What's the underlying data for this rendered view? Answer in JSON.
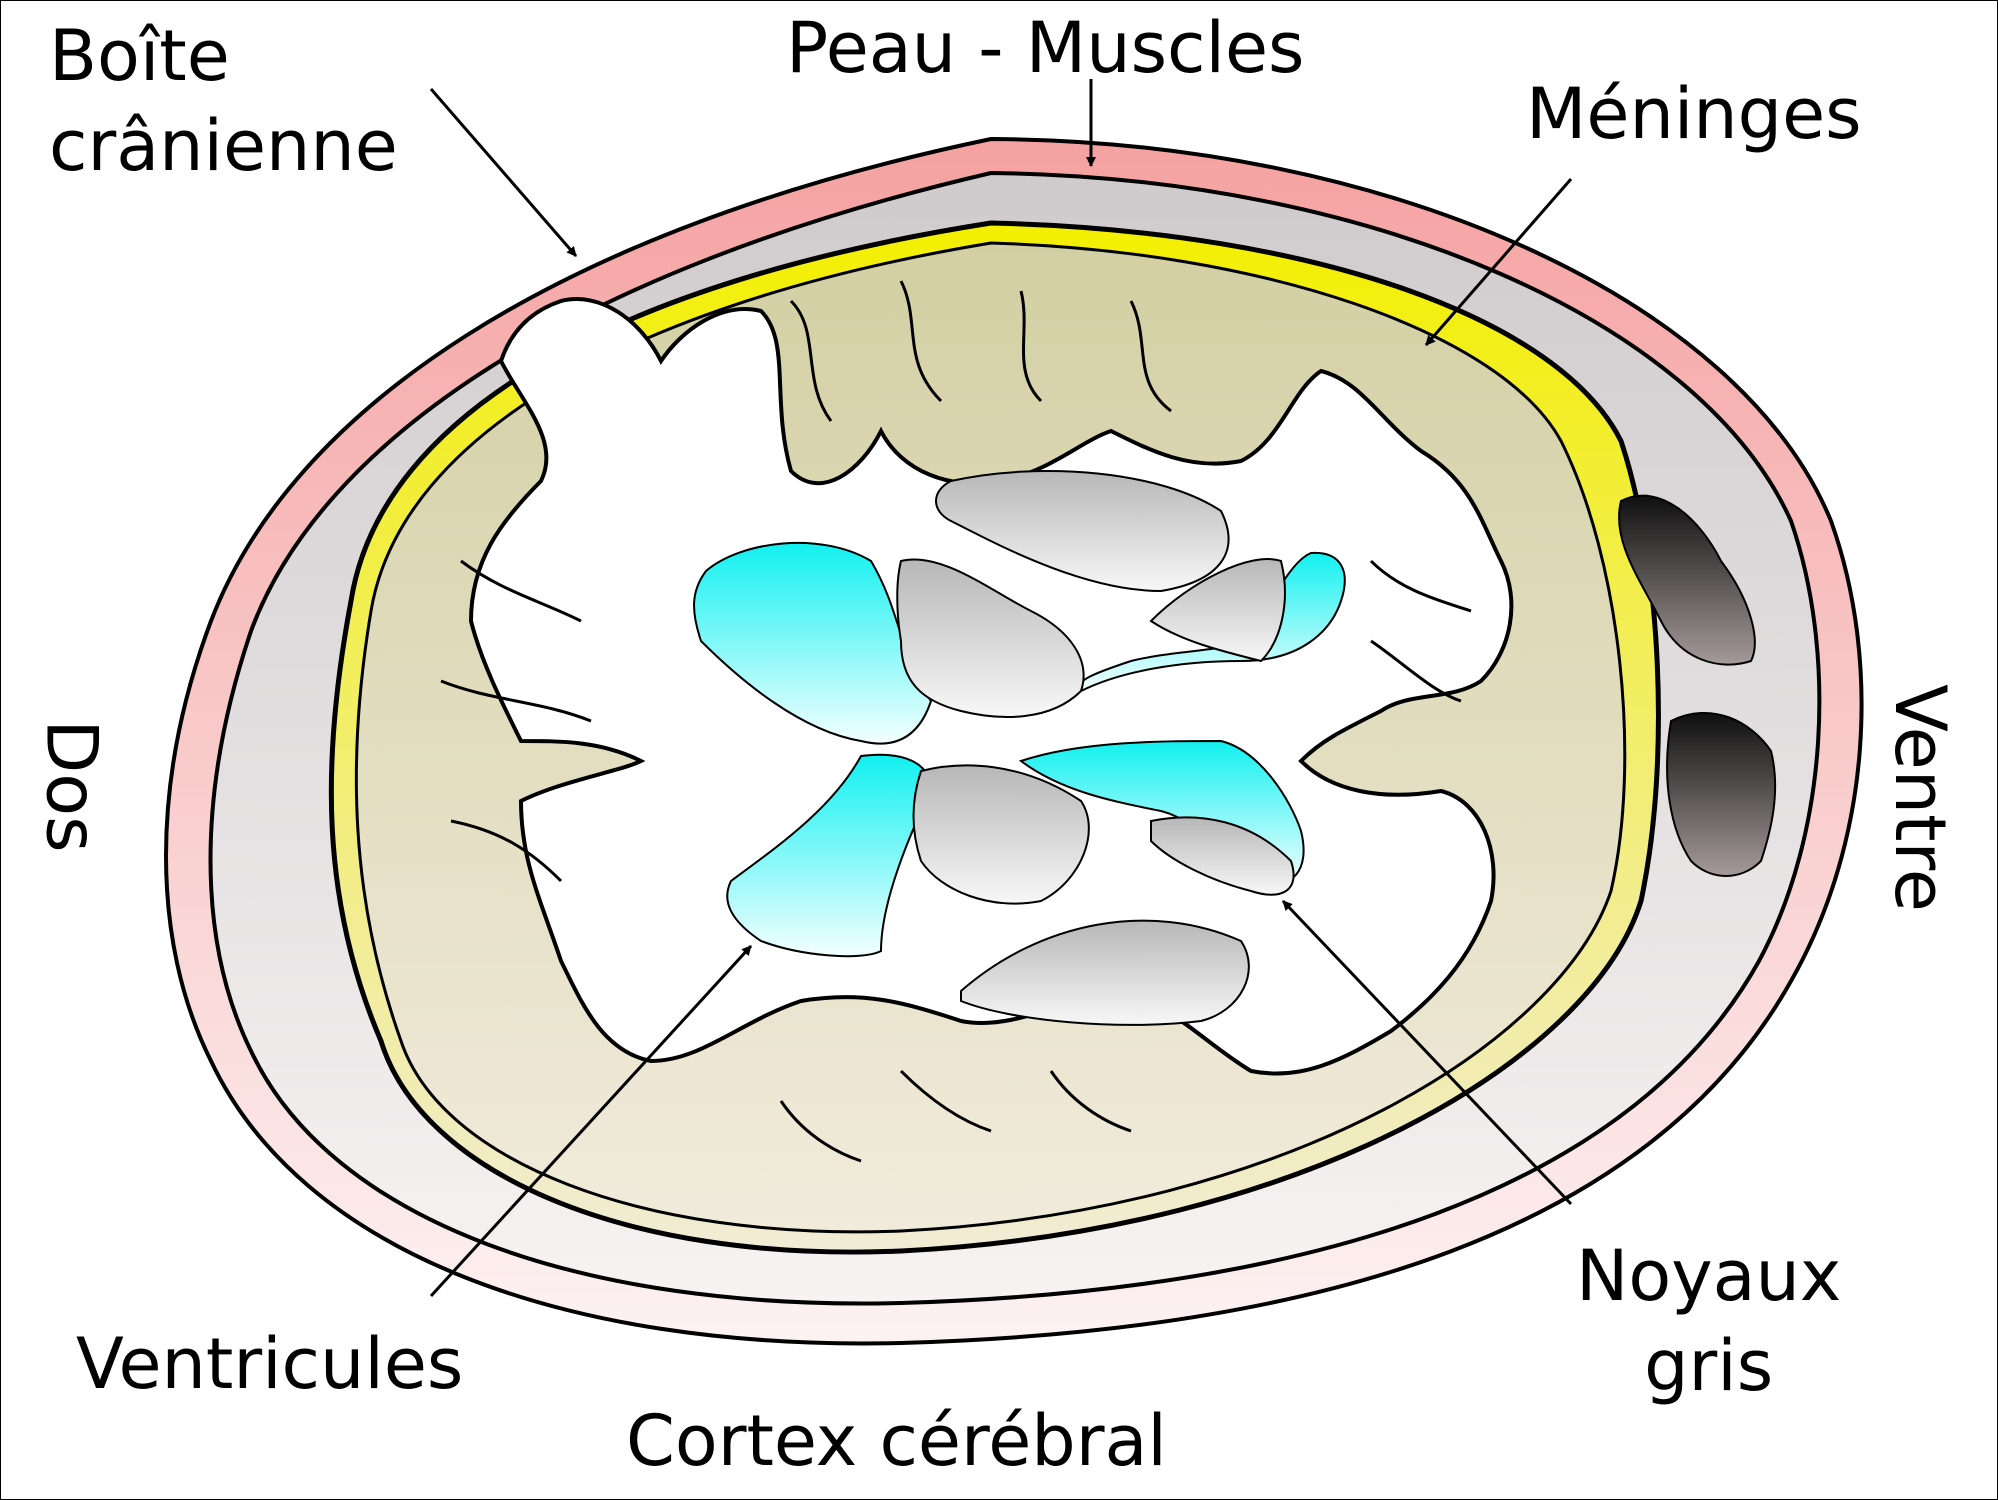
{
  "labels": {
    "skull": [
      "Boîte",
      "crânienne"
    ],
    "skin_muscles": "Peau - Muscles",
    "meninges": "Méninges",
    "back": "Dos",
    "belly": "Ventre",
    "ventricles": "Ventricules",
    "basal_nuclei": [
      "Noyaux",
      "gris"
    ],
    "cortex": "Cortex cérébral"
  },
  "colors": {
    "skin": "#f6a6a6",
    "skull": "#d3cfd0",
    "meninges": "#f2f000",
    "cortex": "#d7d3a6",
    "white_matter": "#ffffff",
    "ventricles": "#14f2f2",
    "nuclei": "#b9b9b9",
    "eyes": "#2a2626",
    "outline": "#000000"
  }
}
